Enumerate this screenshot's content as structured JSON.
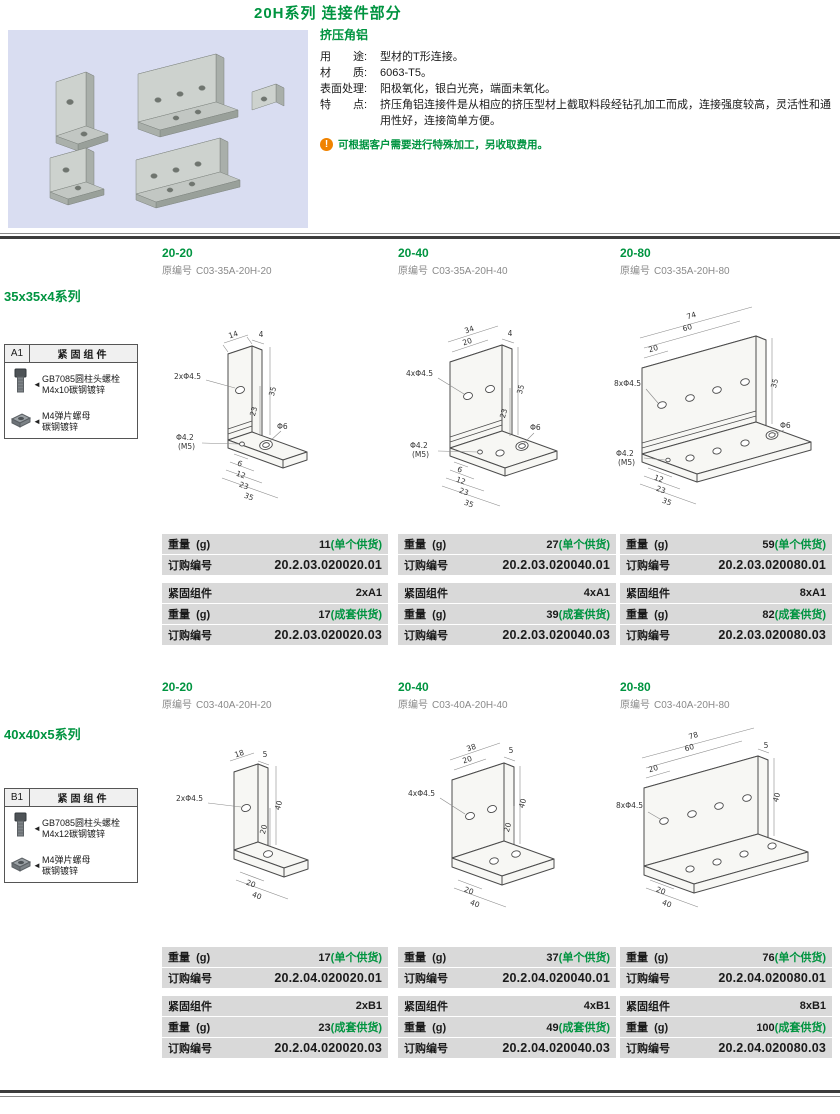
{
  "page": {
    "title": "20H系列  连接件部分"
  },
  "intro": {
    "product_title": "挤压角铝",
    "specs": [
      {
        "label": "用　　途:",
        "value": "型材的T形连接。"
      },
      {
        "label": "材　　质:",
        "value": "6063-T5。"
      },
      {
        "label": "表面处理:",
        "value": "阳极氧化，银白光亮，端面未氧化。"
      },
      {
        "label": "特　　点:",
        "value": "挤压角铝连接件是从相应的挤压型材上截取料段经钻孔加工而成，连接强度较高，灵活性和通用性好，连接简单方便。"
      }
    ],
    "note": "可根据客户需要进行特殊加工，另收取费用。"
  },
  "labels": {
    "orig": "原编号",
    "weight": "重量  (g)",
    "order": "订购编号",
    "kit": "紧固组件"
  },
  "colors": {
    "accent_green": "#009440",
    "note_orange": "#f08300",
    "row_gray": "#d9d9d9"
  },
  "series": [
    {
      "name": "35x35x4系列",
      "fastener": {
        "code": "A1",
        "title": "紧固组件",
        "items": [
          {
            "icon": "screw-icon",
            "line1": "GB7085圆柱头螺栓",
            "line2": "M4x10碳钢镀锌"
          },
          {
            "icon": "nut-icon",
            "line1": "M4弹片螺母",
            "line2": "碳钢镀锌"
          }
        ]
      },
      "columns": [
        {
          "model": "20-20",
          "orig_code": "C03-35A-20H-20",
          "weight": "11",
          "weight_note": "(单个供货)",
          "order_no": "20.2.03.020020.01",
          "kit_qty": "2xA1",
          "kit_weight": "17",
          "kit_weight_note": "(成套供货)",
          "kit_order_no": "20.2.03.020020.03",
          "dims": [
            "14",
            "4",
            "35",
            "23",
            "2xΦ4.5",
            "Φ6",
            "6",
            "12",
            "23",
            "35",
            "Φ4.2",
            "(M5)"
          ]
        },
        {
          "model": "20-40",
          "orig_code": "C03-35A-20H-40",
          "weight": "27",
          "weight_note": "(单个供货)",
          "order_no": "20.2.03.020040.01",
          "kit_qty": "4xA1",
          "kit_weight": "39",
          "kit_weight_note": "(成套供货)",
          "kit_order_no": "20.2.03.020040.03",
          "dims": [
            "20",
            "34",
            "4",
            "35",
            "23",
            "4xΦ4.5",
            "Φ6",
            "6",
            "12",
            "23",
            "35",
            "Φ4.2",
            "(M5)"
          ]
        },
        {
          "model": "20-80",
          "orig_code": "C03-35A-20H-80",
          "weight": "59",
          "weight_note": "(单个供货)",
          "order_no": "20.2.03.020080.01",
          "kit_qty": "8xA1",
          "kit_weight": "82",
          "kit_weight_note": "(成套供货)",
          "kit_order_no": "20.2.03.020080.03",
          "dims": [
            "20",
            "60",
            "74",
            "35",
            "8xΦ4.5",
            "Φ6",
            "12",
            "23",
            "35",
            "Φ4.2",
            "(M5)"
          ]
        }
      ]
    },
    {
      "name": "40x40x5系列",
      "fastener": {
        "code": "B1",
        "title": "紧固组件",
        "items": [
          {
            "icon": "screw-icon",
            "line1": "GB7085圆柱头螺栓",
            "line2": "M4x12碳钢镀锌"
          },
          {
            "icon": "nut-icon",
            "line1": "M4弹片螺母",
            "line2": "碳钢镀锌"
          }
        ]
      },
      "columns": [
        {
          "model": "20-20",
          "orig_code": "C03-40A-20H-20",
          "weight": "17",
          "weight_note": "(单个供货)",
          "order_no": "20.2.04.020020.01",
          "kit_qty": "2xB1",
          "kit_weight": "23",
          "kit_weight_note": "(成套供货)",
          "kit_order_no": "20.2.04.020020.03",
          "dims": [
            "18",
            "5",
            "40",
            "20",
            "2xΦ4.5",
            "20",
            "40"
          ]
        },
        {
          "model": "20-40",
          "orig_code": "C03-40A-20H-40",
          "weight": "37",
          "weight_note": "(单个供货)",
          "order_no": "20.2.04.020040.01",
          "kit_qty": "4xB1",
          "kit_weight": "49",
          "kit_weight_note": "(成套供货)",
          "kit_order_no": "20.2.04.020040.03",
          "dims": [
            "20",
            "38",
            "5",
            "40",
            "20",
            "4xΦ4.5",
            "20",
            "40"
          ]
        },
        {
          "model": "20-80",
          "orig_code": "C03-40A-20H-80",
          "weight": "76",
          "weight_note": "(单个供货)",
          "order_no": "20.2.04.020080.01",
          "kit_qty": "8xB1",
          "kit_weight": "100",
          "kit_weight_note": "(成套供货)",
          "kit_order_no": "20.2.04.020080.03",
          "dims": [
            "20",
            "60",
            "78",
            "5",
            "40",
            "8xΦ4.5",
            "20",
            "40"
          ]
        }
      ]
    }
  ]
}
